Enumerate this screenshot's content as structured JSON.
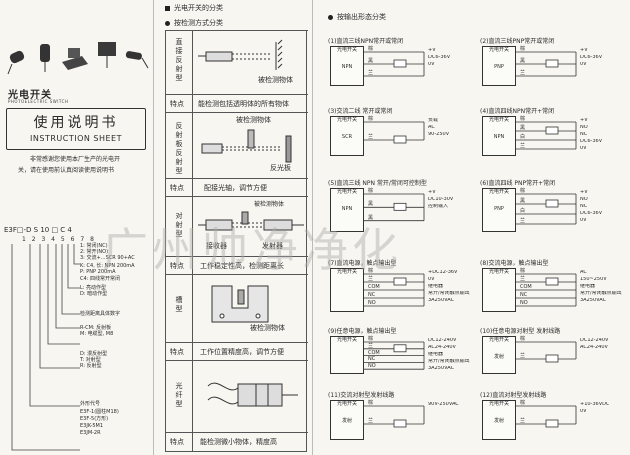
{
  "left": {
    "title": "光电开关",
    "subtitle": "PHOTOELECTRIC SWITCH",
    "manual_cn": "使用说明书",
    "manual_en": "INSTRUCTION SHEET",
    "thanks_1": "非常感谢您使用本厂生产的光电开",
    "thanks_2": "关，请在使用前认真阅读使用说明书",
    "model_code": "E3F□-D S 10 □ C 4",
    "digits": "1 2 3 4 5 6 7 8",
    "desc": [
      "1: 常闭(NC)",
      "2: 常开(NO)",
      "3: 交流+…SCR 90+AC",
      "K: C4, 长: NPN 200mA",
      "P: PNP 200mA",
      "C4: 四线常开常闭",
      "L: 亮动作型",
      "D: 暗动作型",
      "检测距离具体数字",
      "R-CM: 反射板",
      "M: 电缆型, M8",
      "D: 漫反射型",
      "T: 对射型",
      "R: 反射型",
      "外形代号",
      "E3F-1(圆柱M18)",
      "E3F-5(方形)",
      "E3JK-5M1",
      "E3JM-2R"
    ]
  },
  "middle": {
    "head1": "光电开关的分类",
    "head2": "按检测方式分类",
    "rows": [
      {
        "label": "直接反射型",
        "caption": "被检测物体"
      },
      {
        "label": "特点",
        "feature": "能检测包括透明体的所有物体"
      },
      {
        "label": "反射板反射型",
        "caption_top": "被检测物体",
        "caption": "反光板"
      },
      {
        "label": "特点",
        "feature": "配接光轴，调节方便"
      },
      {
        "label": "对射型",
        "cap_left": "接收器",
        "cap_right": "发射器",
        "caption_top": "被检测物体"
      },
      {
        "label": "特点",
        "feature": "工作稳定性高，检测距离长"
      },
      {
        "label": "槽型",
        "caption": "被检测物体"
      },
      {
        "label": "特点",
        "feature": "工作位置精度高，调节方便"
      },
      {
        "label": "光纤型"
      },
      {
        "label": "特点",
        "feature": "能检测微小物体，精度高"
      }
    ]
  },
  "right": {
    "head": "按输出形态分类",
    "diagrams": [
      {
        "id": "1",
        "title": "(1)直流三线NPN常开或常闭",
        "box": [
          "光电开关",
          "NPN"
        ],
        "wires": [
          "棕",
          "黑",
          "兰"
        ],
        "labels": [
          "+V",
          "DC6-36V",
          "0V"
        ]
      },
      {
        "id": "2",
        "title": "(2)直流三线PNP常开或常闭",
        "box": [
          "光电开关",
          "PNP"
        ],
        "wires": [
          "棕",
          "黑",
          "兰"
        ],
        "labels": [
          "+V",
          "DC6-36V",
          "0V"
        ]
      },
      {
        "id": "3",
        "title": "(3)交流二线 常开或常闭",
        "box": [
          "光电开关",
          "SCR"
        ],
        "wires": [
          "棕",
          "兰"
        ],
        "labels": [
          "负载",
          "AC",
          "90-250V"
        ]
      },
      {
        "id": "4",
        "title": "(4)直流四线NPN常开+常闭",
        "box": [
          "光电开关",
          "NPN"
        ],
        "wires": [
          "棕",
          "黑",
          "白",
          "兰"
        ],
        "labels": [
          "+V",
          "NO",
          "NC",
          "DC6-36V",
          "0V"
        ]
      },
      {
        "id": "5",
        "title": "(5)直流三线 NPN 常开/常闭可控制型",
        "box": [
          "光电开关",
          "NPN"
        ],
        "wires": [
          "棕",
          "黑",
          "黑"
        ],
        "labels": [
          "+V",
          "DC10-30V",
          "控制输入"
        ]
      },
      {
        "id": "6",
        "title": "(6)直流四线 PNP常开+常闭",
        "box": [
          "光电开关",
          "PNP"
        ],
        "wires": [
          "棕",
          "黑",
          "白",
          "兰"
        ],
        "labels": [
          "+V",
          "NO",
          "NC",
          "DC6-36V",
          "0V"
        ]
      },
      {
        "id": "7",
        "title": "(7)直流电源，触点输出型",
        "box": [
          "光电开关"
        ],
        "wires": [
          "棕",
          "兰",
          "COM",
          "NC",
          "NO"
        ],
        "labels": [
          "+DC12-36V",
          "0V",
          "继电器",
          "常开/常闭触点输出",
          "3A250VAC"
        ]
      },
      {
        "id": "8",
        "title": "(8)交流电源，触点输出型",
        "box": [
          "光电开关"
        ],
        "wires": [
          "棕",
          "兰",
          "COM",
          "NC",
          "NO"
        ],
        "labels": [
          "AC",
          "150~250V",
          "继电器",
          "常开/常闭触点输出",
          "3A250VAC"
        ]
      },
      {
        "id": "9",
        "title": "(9)任意电源，触点输出型",
        "box": [
          "光电开关"
        ],
        "wires": [
          "棕",
          "兰",
          "COM",
          "NC",
          "NO"
        ],
        "labels": [
          "DC12-240V",
          "AC24-240V",
          "继电器",
          "常开/常闭触点输出",
          "3A250VAC"
        ]
      },
      {
        "id": "10",
        "title": "(10)任意电源对射型 发射线路",
        "box": [
          "光电开关",
          "发射"
        ],
        "wires": [
          "棕",
          "兰"
        ],
        "labels": [
          "DC12-240V",
          "AC24-240V"
        ]
      },
      {
        "id": "11",
        "title": "(11)交流对射型发射线路",
        "box": [
          "光电开关",
          "发射"
        ],
        "wires": [
          "棕",
          "兰"
        ],
        "labels": [
          "90V-250VAC"
        ]
      },
      {
        "id": "12",
        "title": "(12)直流对射型发射线路",
        "box": [
          "光电开关",
          "发射"
        ],
        "wires": [
          "棕",
          "兰"
        ],
        "labels": [
          "+10-36VDC",
          "0V"
        ]
      }
    ]
  },
  "watermark": "广州帅净净化"
}
